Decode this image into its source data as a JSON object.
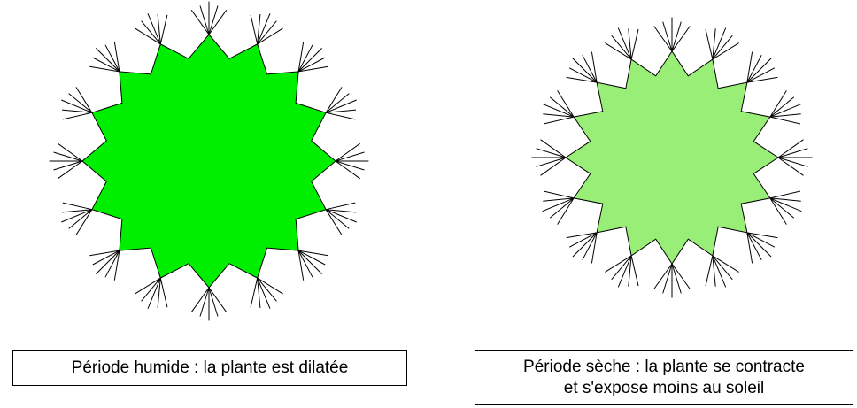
{
  "diagram": {
    "wet": {
      "caption": "Période humide : la plante est dilatée",
      "fill_color": "#00ee00"
    },
    "dry": {
      "caption_line1": "Période sèche : la plante se contracte",
      "caption_line2": "et s'expose moins au soleil",
      "fill_color": "#99ee77"
    },
    "stroke_color": "#000000",
    "rib_count": 16
  }
}
